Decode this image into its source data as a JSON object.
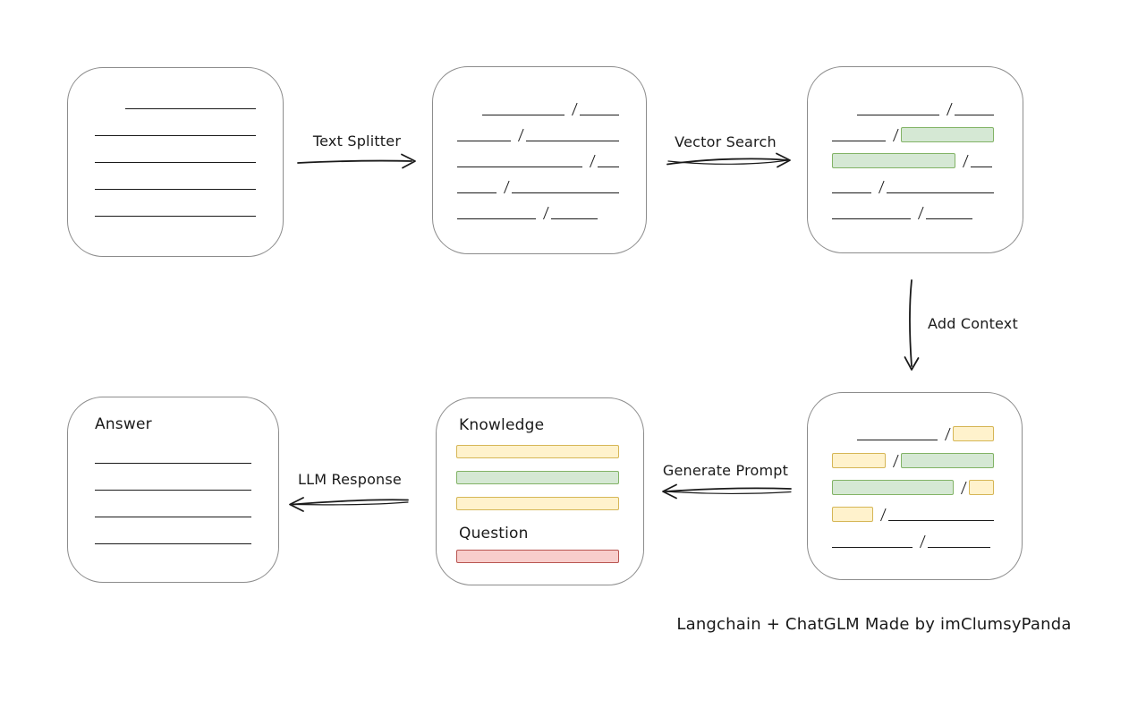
{
  "canvas": {
    "bg": "#ffffff",
    "ink": "#1a1a1a",
    "box_stroke": "#8c8c8c"
  },
  "colors": {
    "green_fill": "#d5e8d4",
    "green_stroke": "#82b366",
    "yellow_fill": "#fff2cc",
    "yellow_stroke": "#d6b656",
    "red_fill": "#f8cecc",
    "red_stroke": "#b85450"
  },
  "labels": {
    "text_splitter": "Text Splitter",
    "vector_search": "Vector Search",
    "add_context": "Add Context",
    "generate_prompt": "Generate Prompt",
    "llm_response": "LLM Response",
    "knowledge": "Knowledge",
    "question": "Question",
    "answer": "Answer",
    "caption": "Langchain + ChatGLM Made by imClumsyPanda"
  },
  "boxes": {
    "document": {
      "rows": [
        [
          {
            "t": "gap",
            "w": 34
          },
          {
            "t": "line",
            "w": 148
          }
        ],
        [
          {
            "t": "line",
            "w": 182
          }
        ],
        [
          {
            "t": "line",
            "w": 182
          }
        ],
        [
          {
            "t": "line",
            "w": 182
          }
        ],
        [
          {
            "t": "line",
            "w": 182
          }
        ]
      ]
    },
    "chunks": {
      "rows": [
        [
          {
            "t": "gap",
            "w": 28
          },
          {
            "t": "line",
            "w": 92
          },
          {
            "t": "slash"
          },
          {
            "t": "line",
            "w": 44
          }
        ],
        [
          {
            "t": "line",
            "w": 60
          },
          {
            "t": "slash"
          },
          {
            "t": "line",
            "w": 104
          }
        ],
        [
          {
            "t": "line",
            "w": 140
          },
          {
            "t": "slash"
          },
          {
            "t": "line",
            "w": 24
          }
        ],
        [
          {
            "t": "line",
            "w": 44
          },
          {
            "t": "slash"
          },
          {
            "t": "line",
            "w": 120
          }
        ],
        [
          {
            "t": "line",
            "w": 88
          },
          {
            "t": "slash"
          },
          {
            "t": "line",
            "w": 52
          }
        ]
      ]
    },
    "retrieved": {
      "rows": [
        [
          {
            "t": "gap",
            "w": 28
          },
          {
            "t": "line",
            "w": 92
          },
          {
            "t": "slash"
          },
          {
            "t": "line",
            "w": 44
          }
        ],
        [
          {
            "t": "line",
            "w": 60
          },
          {
            "t": "slash"
          },
          {
            "t": "chip",
            "c": "green",
            "w": 104
          }
        ],
        [
          {
            "t": "chip",
            "c": "green",
            "w": 138
          },
          {
            "t": "slash"
          },
          {
            "t": "line",
            "w": 24
          }
        ],
        [
          {
            "t": "line",
            "w": 44
          },
          {
            "t": "slash"
          },
          {
            "t": "line",
            "w": 120
          }
        ],
        [
          {
            "t": "line",
            "w": 88
          },
          {
            "t": "slash"
          },
          {
            "t": "line",
            "w": 52
          }
        ]
      ]
    },
    "context": {
      "rows": [
        [
          {
            "t": "gap",
            "w": 28
          },
          {
            "t": "line",
            "w": 90
          },
          {
            "t": "slash"
          },
          {
            "t": "chip",
            "c": "yellow",
            "w": 46
          }
        ],
        [
          {
            "t": "chip",
            "c": "yellow",
            "w": 60
          },
          {
            "t": "slash"
          },
          {
            "t": "chip",
            "c": "green",
            "w": 104
          }
        ],
        [
          {
            "t": "chip",
            "c": "green",
            "w": 136
          },
          {
            "t": "slash"
          },
          {
            "t": "chip",
            "c": "yellow",
            "w": 28
          }
        ],
        [
          {
            "t": "chip",
            "c": "yellow",
            "w": 46
          },
          {
            "t": "slash"
          },
          {
            "t": "line",
            "w": 118
          }
        ],
        [
          {
            "t": "line",
            "w": 90
          },
          {
            "t": "slash"
          },
          {
            "t": "line",
            "w": 70
          }
        ]
      ]
    },
    "prompt": {
      "knowledge_bars": [
        {
          "c": "yellow",
          "w": 182
        },
        {
          "c": "green",
          "w": 182
        },
        {
          "c": "yellow",
          "w": 182
        }
      ],
      "question_bars": [
        {
          "c": "red",
          "w": 182
        }
      ]
    },
    "answer": {
      "rows": [
        [
          {
            "t": "line",
            "w": 180
          }
        ],
        [
          {
            "t": "line",
            "w": 180
          }
        ],
        [
          {
            "t": "line",
            "w": 180
          }
        ],
        [
          {
            "t": "line",
            "w": 180
          }
        ]
      ]
    }
  }
}
